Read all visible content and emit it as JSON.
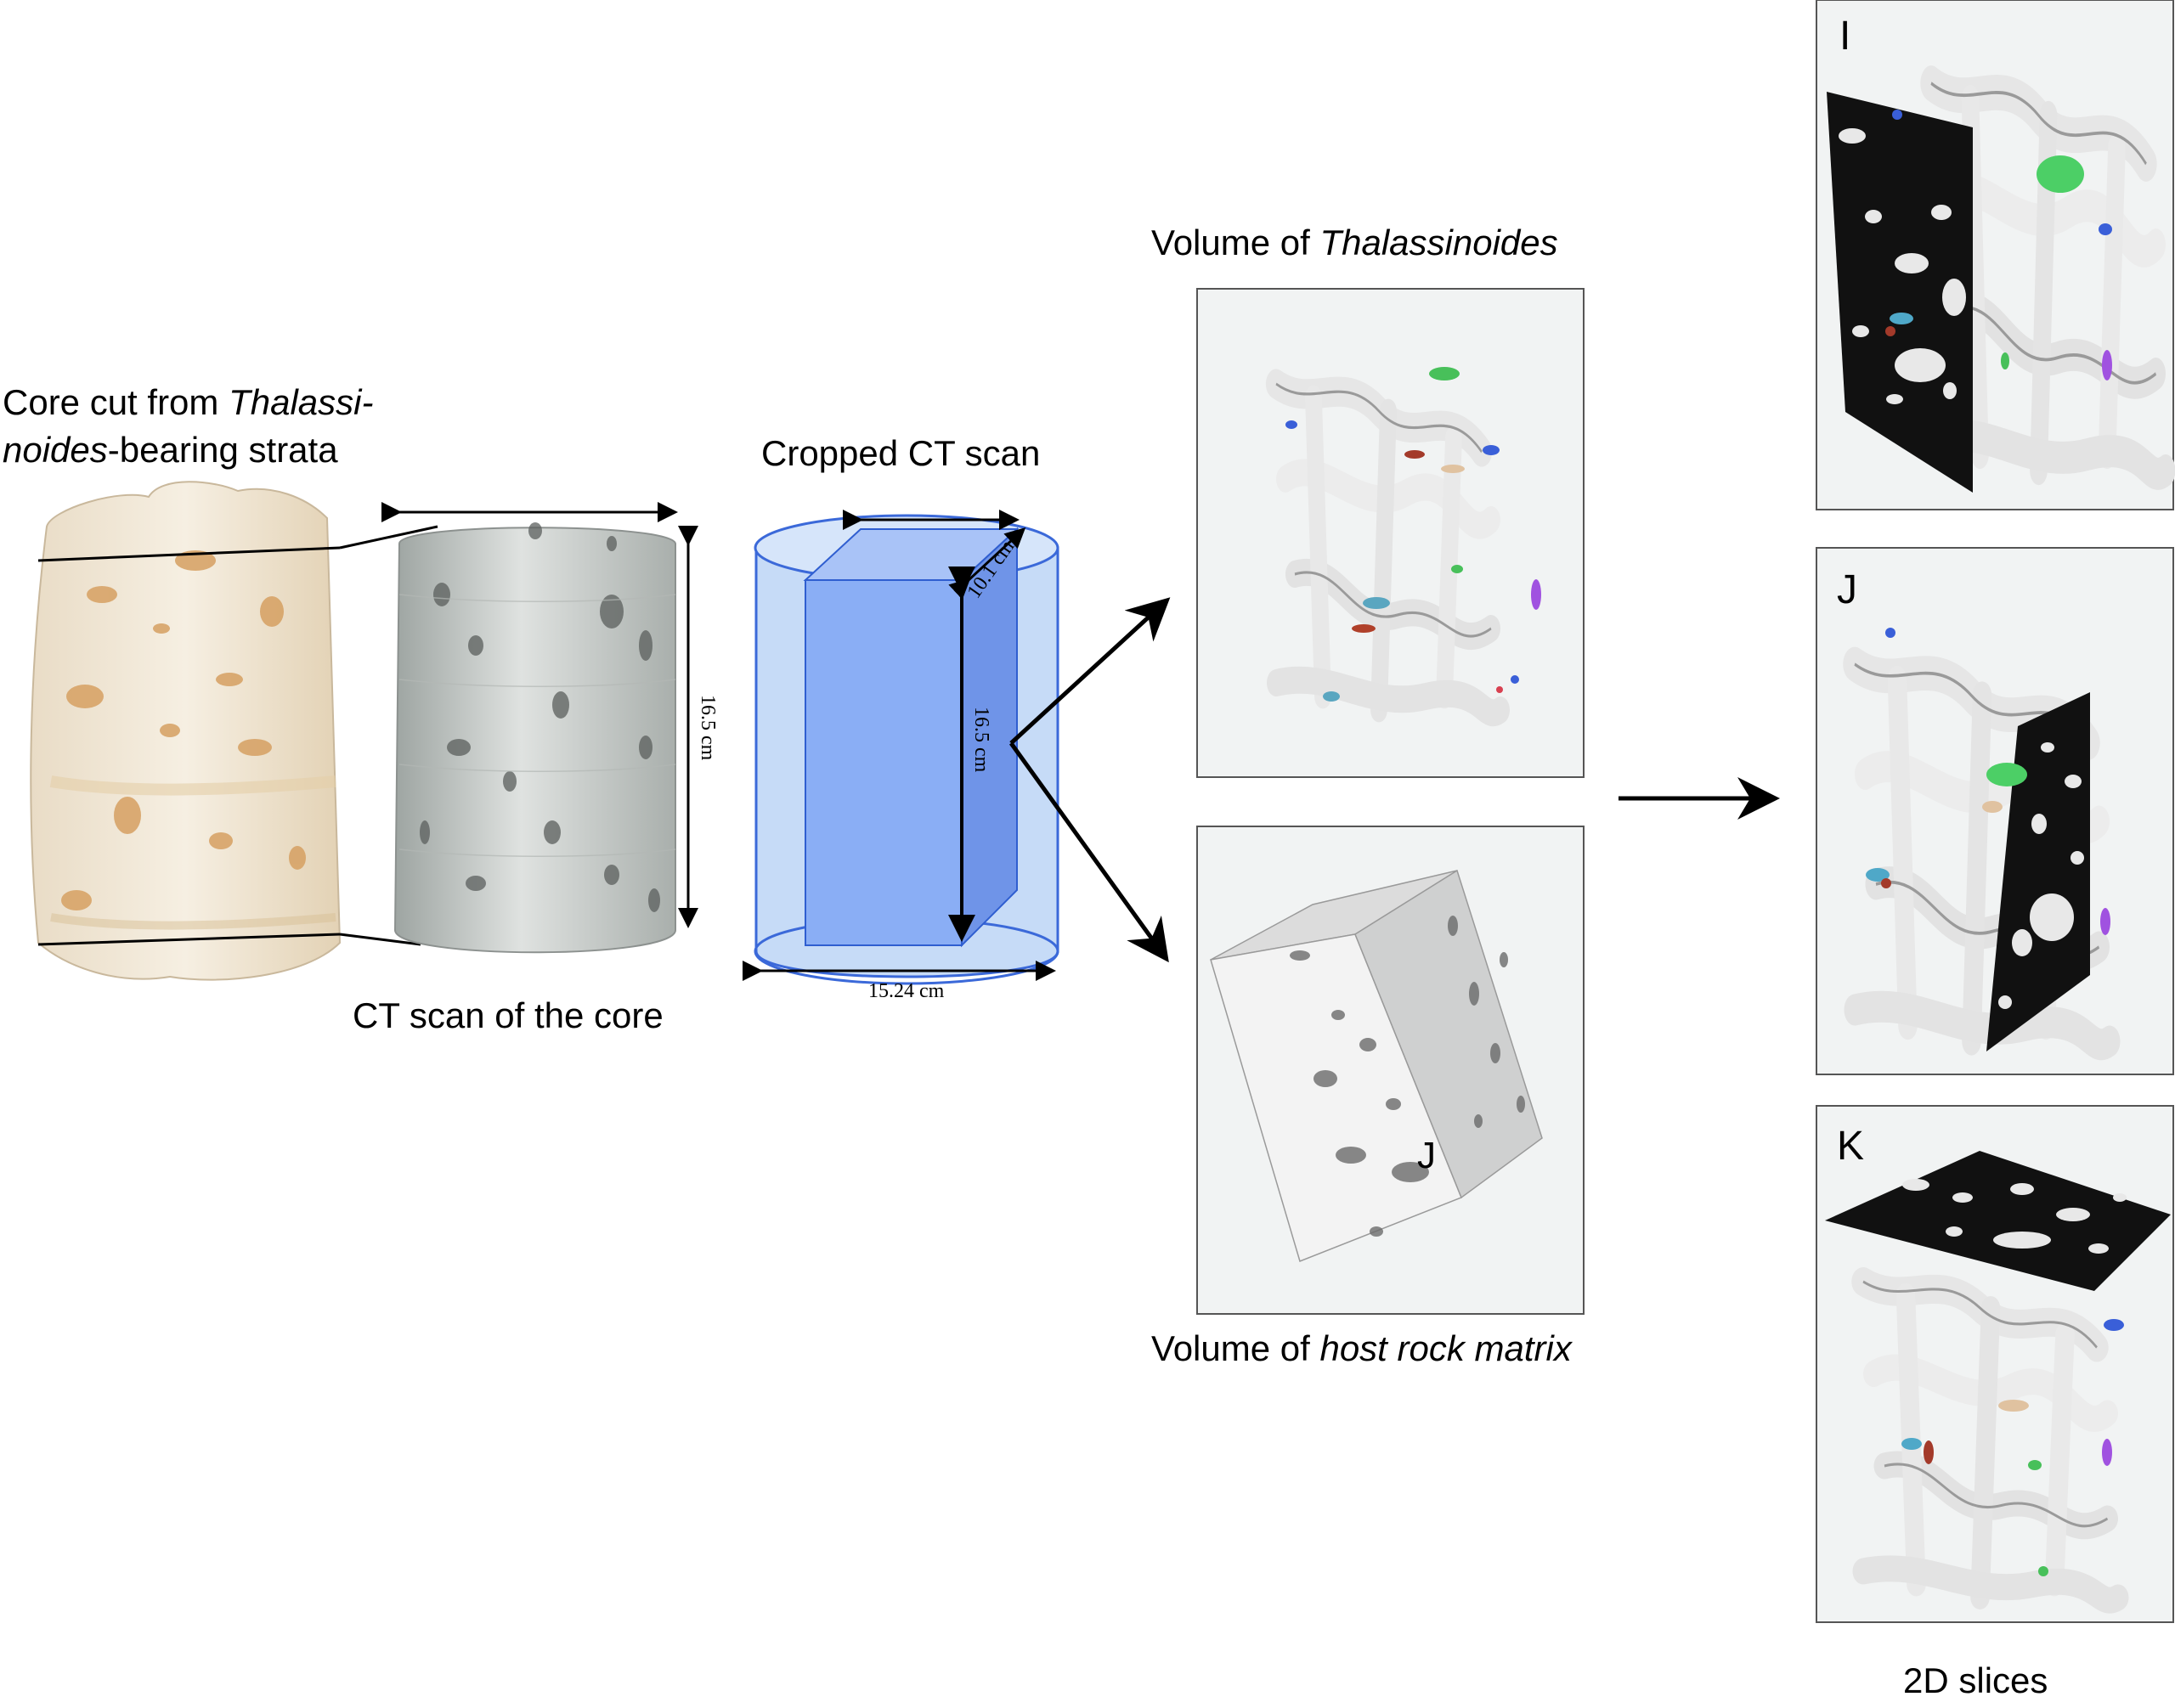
{
  "core_caption": {
    "line1_prefix": "Core cut from ",
    "line1_italic": "Thalassi-",
    "line2_italic": "noides",
    "line2_suffix": "-bearing strata"
  },
  "ct_caption": "CT scan of the core",
  "ct_height_label": "16.5 cm",
  "cropped_caption": "Cropped CT scan",
  "cropped_depth_label": "10.1 cm",
  "cropped_height_label": "16.5 cm",
  "cropped_width_label": "15.24 cm",
  "volume_thal": {
    "prefix": "Volume of ",
    "italic": "Thalassinoides"
  },
  "volume_host": {
    "prefix": "Volume of ",
    "italic": "host rock matrix"
  },
  "host_panel_letter": "J",
  "slice_panels": [
    {
      "letter": "I"
    },
    {
      "letter": "J"
    },
    {
      "letter": "K"
    }
  ],
  "slices_caption": "2D slices",
  "colors": {
    "core_cream": "#efe3cf",
    "core_spot": "#d8a46a",
    "ct_gray": "#c8ccc8",
    "cylinder_fill": "#c6dbf7",
    "cylinder_stroke": "#3b69d9",
    "prism_front": "#8aaef5",
    "prism_side": "#6f94e8",
    "panel_bg": "#f1f3f3",
    "panel_border": "#555555",
    "slice_black": "#111111",
    "burrow_white": "#e8e8e8",
    "arrow": "#000000"
  }
}
